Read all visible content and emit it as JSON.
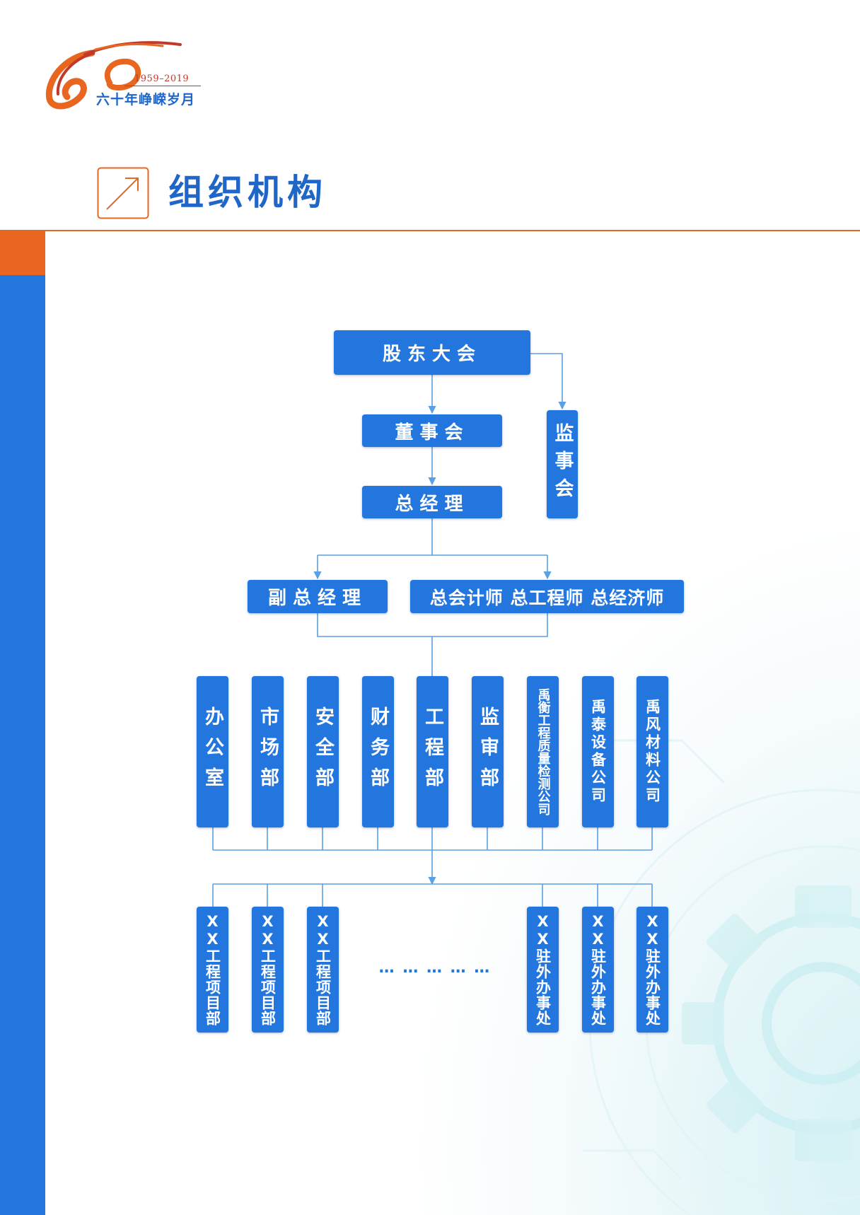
{
  "logo": {
    "years": "1959–2019",
    "slogan": "六十年峥嵘岁月"
  },
  "page": {
    "title": "组织机构"
  },
  "org": {
    "shareholders": "股东大会",
    "supervisors": "监事会",
    "board": "董事会",
    "gm": "总经理",
    "deputy": "副总经理",
    "chiefs": "总会计师 总工程师 总经济师",
    "departments": [
      "办公室",
      "市场部",
      "安全部",
      "财务部",
      "工程部",
      "监审部",
      "禹衡工程质量检测公司",
      "禹泰设备公司",
      "禹风材料公司"
    ],
    "projects": [
      "XX工程项目部",
      "XX工程项目部",
      "XX工程项目部"
    ],
    "ellipsis": "… … … … …",
    "offices": [
      "XX驻外办事处",
      "XX驻外办事处",
      "XX驻外办事处"
    ]
  },
  "colors": {
    "brand_blue": "#2276de",
    "accent_orange": "#e8661f",
    "line_blue": "#5aa0e6"
  }
}
